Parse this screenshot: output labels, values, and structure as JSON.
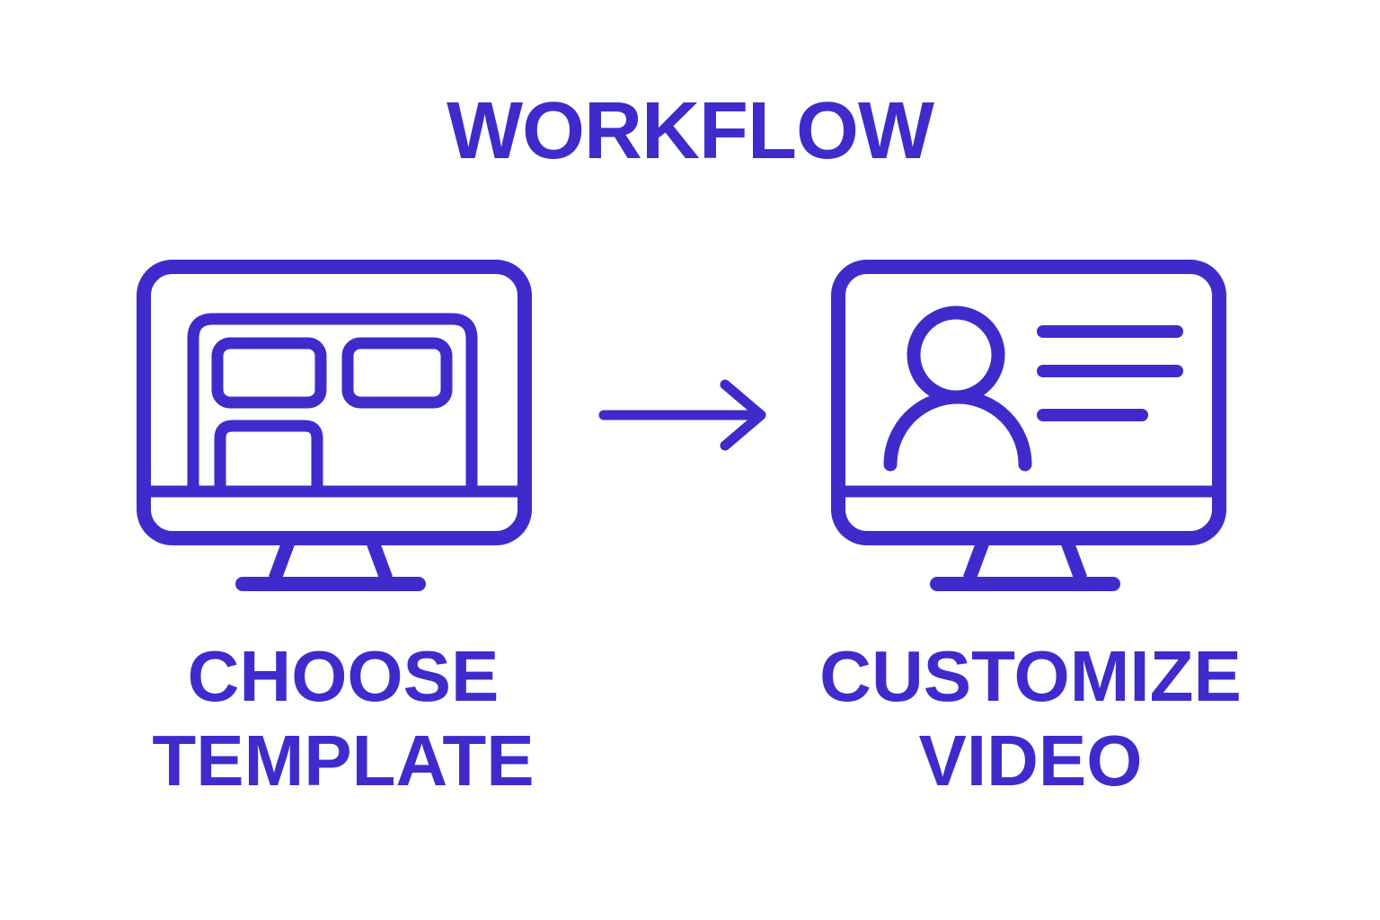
{
  "theme": {
    "accent": "#3F2BCC",
    "background": "#FFFFFF"
  },
  "diagram": {
    "title": "WORKFLOW",
    "steps": [
      {
        "id": "choose-template",
        "icon": "monitor-with-template-layout-icon",
        "label_line1": "CHOOSE",
        "label_line2": "TEMPLATE"
      },
      {
        "id": "customize-video",
        "icon": "monitor-with-user-profile-icon",
        "label_line1": "CUSTOMIZE",
        "label_line2": "VIDEO"
      }
    ],
    "connector_icon": "arrow-right-icon"
  }
}
